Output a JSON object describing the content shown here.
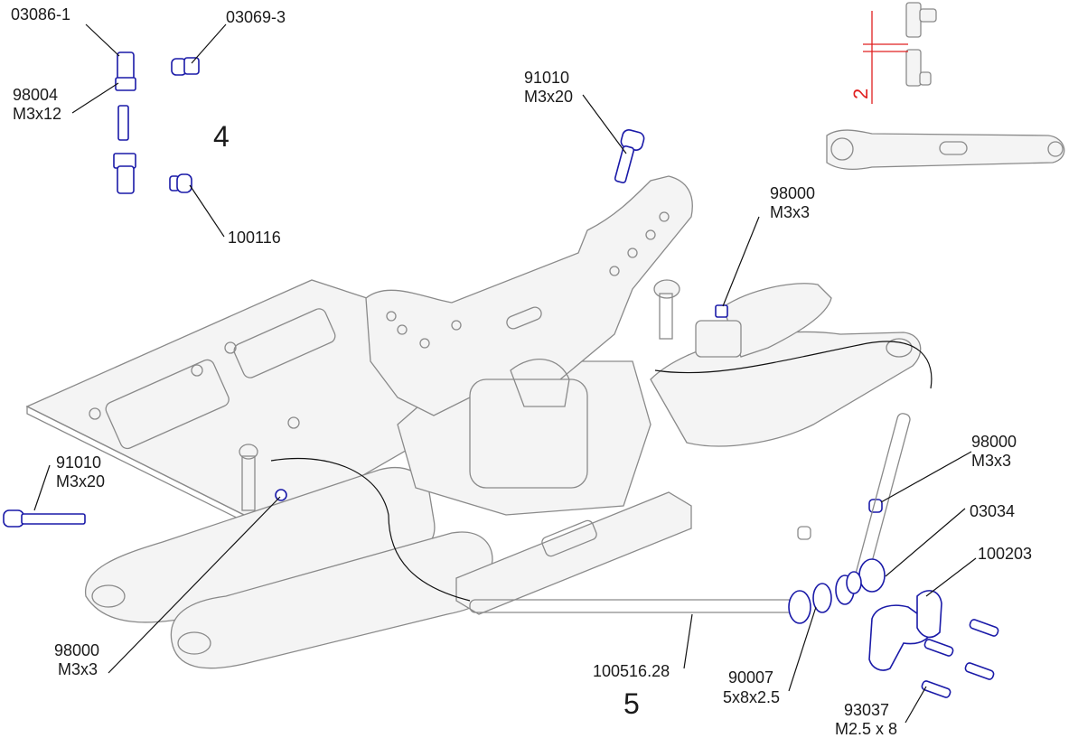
{
  "steps": {
    "step4": "4",
    "step5": "5"
  },
  "dimension": {
    "value": "2"
  },
  "parts": {
    "p03086_1": {
      "code": "03086-1"
    },
    "p03069_3": {
      "code": "03069-3"
    },
    "p98004": {
      "code": "98004",
      "size": "M3x12"
    },
    "p100116": {
      "code": "100116"
    },
    "p91010_top": {
      "code": "91010",
      "size": "M3x20"
    },
    "p98000_top": {
      "code": "98000",
      "size": "M3x3"
    },
    "p91010_left": {
      "code": "91010",
      "size": "M3x20"
    },
    "p98000_right": {
      "code": "98000",
      "size": "M3x3"
    },
    "p03034": {
      "code": "03034"
    },
    "p100203": {
      "code": "100203"
    },
    "p98000_left": {
      "code": "98000",
      "size": "M3x3"
    },
    "p100516_28": {
      "code": "100516.28"
    },
    "p90007": {
      "code": "90007",
      "size": "5x8x2.5"
    },
    "p93037": {
      "code": "93037",
      "size": "M2.5 x 8"
    }
  },
  "colors": {
    "part_outline": "#1a1aa8",
    "assembly_outline": "#8a8a8a",
    "dimension": "#e02020",
    "leader": "#111111"
  }
}
